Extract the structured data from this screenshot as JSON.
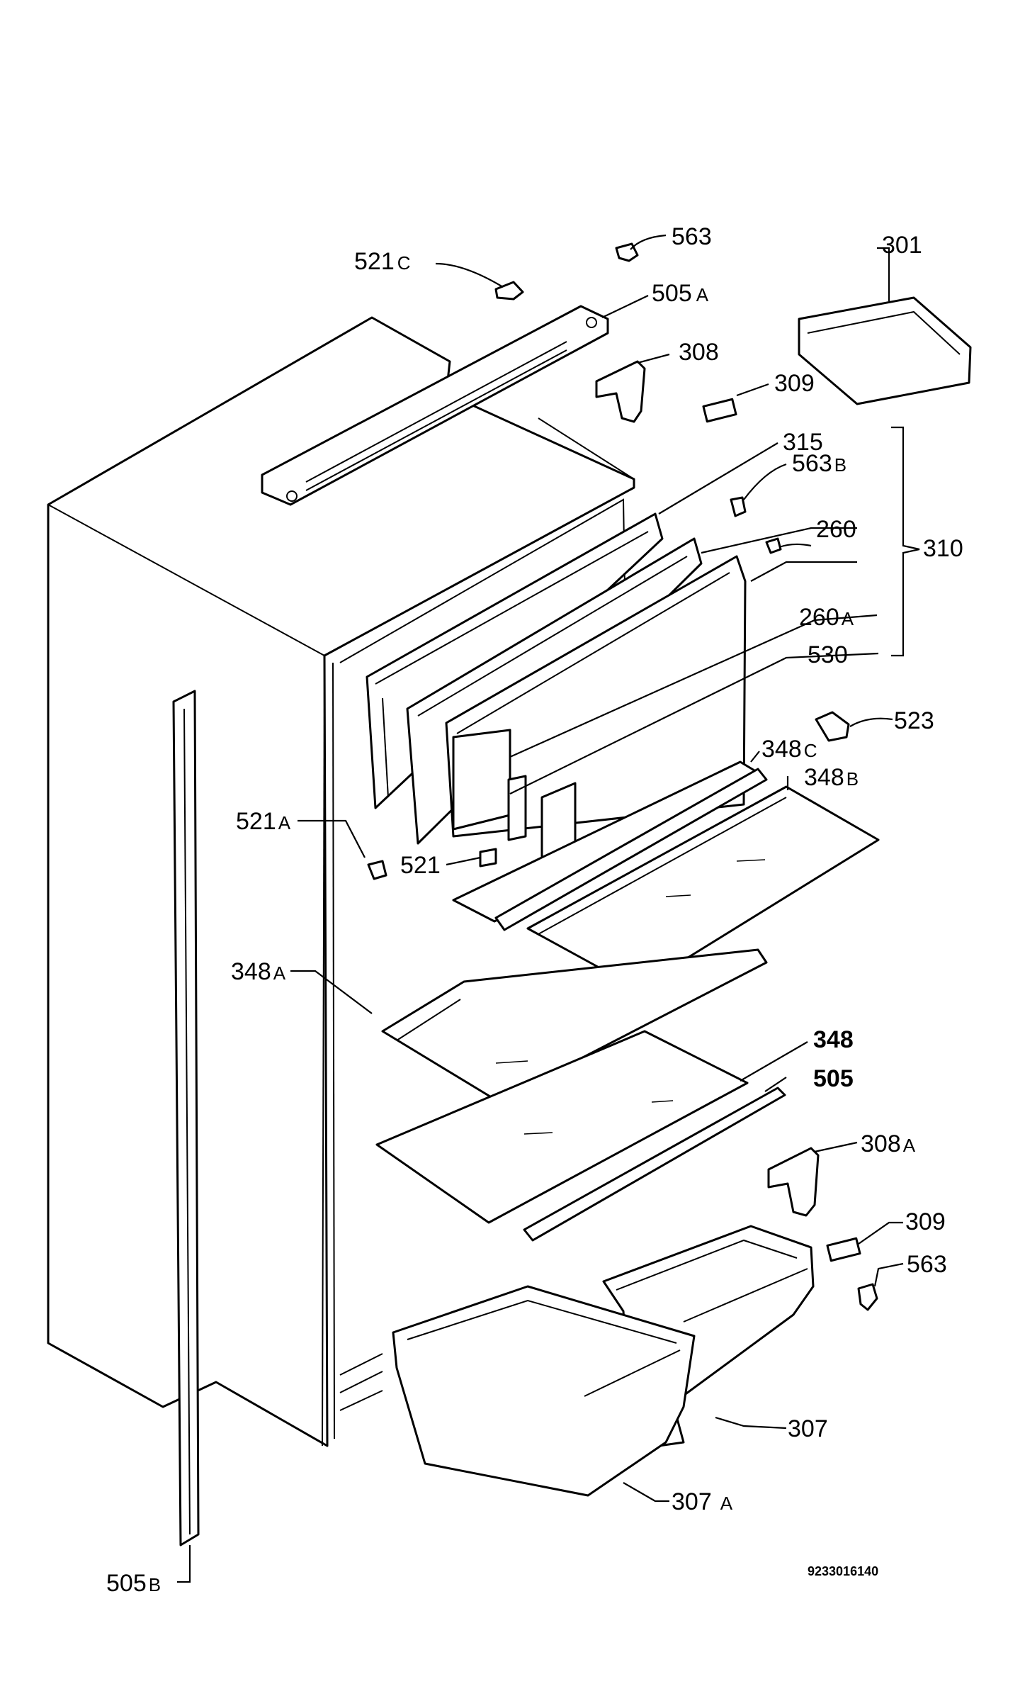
{
  "labels": {
    "p563_top": {
      "num": "563",
      "sfx": ""
    },
    "p301": {
      "num": "301",
      "sfx": ""
    },
    "p521c": {
      "num": "521",
      "sfx": "C"
    },
    "p505a": {
      "num": "505",
      "sfx": "A"
    },
    "p308": {
      "num": "308",
      "sfx": ""
    },
    "p309_top": {
      "num": "309",
      "sfx": ""
    },
    "p315": {
      "num": "315",
      "sfx": ""
    },
    "p563b": {
      "num": "563",
      "sfx": "B"
    },
    "p260": {
      "num": "260",
      "sfx": ""
    },
    "p310": {
      "num": "310",
      "sfx": ""
    },
    "p260a": {
      "num": "260",
      "sfx": "A"
    },
    "p530": {
      "num": "530",
      "sfx": ""
    },
    "p523": {
      "num": "523",
      "sfx": ""
    },
    "p348c": {
      "num": "348",
      "sfx": "C"
    },
    "p348b": {
      "num": "348",
      "sfx": "B"
    },
    "p521a": {
      "num": "521",
      "sfx": "A"
    },
    "p521": {
      "num": "521",
      "sfx": ""
    },
    "p348a": {
      "num": "348",
      "sfx": "A"
    },
    "p348": {
      "num": "348",
      "sfx": ""
    },
    "p505": {
      "num": "505",
      "sfx": ""
    },
    "p308a": {
      "num": "308",
      "sfx": "A"
    },
    "p309_bottom": {
      "num": "309",
      "sfx": ""
    },
    "p563_bottom": {
      "num": "563",
      "sfx": ""
    },
    "p307": {
      "num": "307",
      "sfx": ""
    },
    "p307a": {
      "num": "307",
      "sfx": "A"
    },
    "p505b": {
      "num": "505",
      "sfx": "B"
    }
  },
  "document_number": "9233016140"
}
